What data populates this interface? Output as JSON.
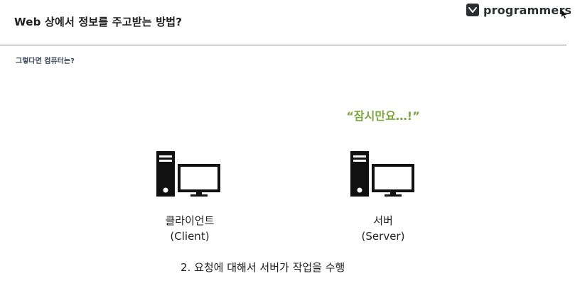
{
  "slide": {
    "title": "Web 상에서 정보를 주고받는 방법?",
    "subtitle": "그렇다면 컴퓨터는?",
    "speech": "“잠시만요…!”",
    "caption": "2. 요청에 대해서 서버가 작업을 수행"
  },
  "brand": {
    "name": "programmers",
    "logo_icon": "programmers-logo-icon"
  },
  "nodes": {
    "client": {
      "name": "클라이언트",
      "english": "(Client)",
      "icon": "desktop-computer-icon"
    },
    "server": {
      "name": "서버",
      "english": "(Server)",
      "icon": "desktop-computer-icon"
    }
  },
  "colors": {
    "accent_green": "#7aa83a",
    "text_dark": "#1e1e1e",
    "subtitle": "#3a4a5a",
    "divider": "#8a8a8a"
  }
}
